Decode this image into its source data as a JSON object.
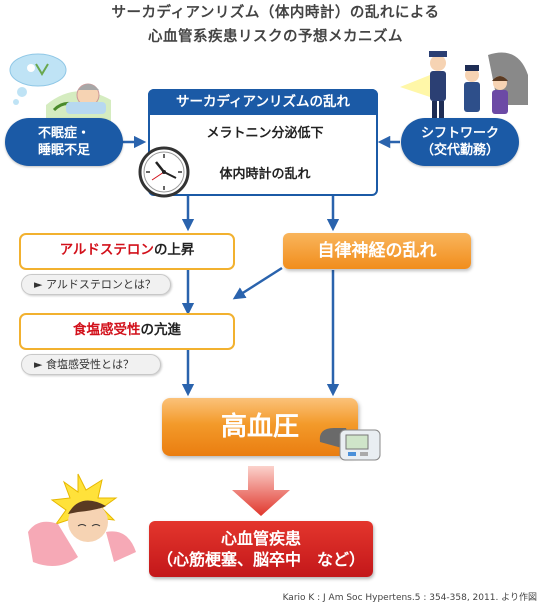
{
  "title": {
    "line1": "サーカディアンリズム（体内時計）の乱れによる",
    "line2": "心血管系疾患リスクの予想メカニズム"
  },
  "left_cause": {
    "line1": "不眠症・",
    "line2": "睡眠不足"
  },
  "right_cause": {
    "line1": "シフトワーク",
    "line2": "（交代勤務）"
  },
  "circadian": {
    "header": "サーカディアンリズムの乱れ",
    "step1": "メラトニン分泌低下",
    "step2": "体内時計の乱れ"
  },
  "aldosterone": {
    "highlight": "アルドステロン",
    "rest": "の上昇"
  },
  "aldosterone_link": "アルドステロンとは？",
  "autonomic": "自律神経の乱れ",
  "salt": {
    "highlight": "食塩感受性",
    "rest": "の亢進"
  },
  "salt_link": "食塩感受性とは？",
  "hypertension": "高血圧",
  "cvd": {
    "line1": "心血管疾患",
    "line2": "（心筋梗塞、脳卒中　など）"
  },
  "citation": "Kario K : J Am Soc Hypertens.5 : 354-358, 2011. より作図",
  "colors": {
    "blue": "#1b5aa6",
    "orange": "#f18d1c",
    "yellow_border": "#f2b12f",
    "red": "#c3171a",
    "arrow_blue": "#2a63ad"
  }
}
